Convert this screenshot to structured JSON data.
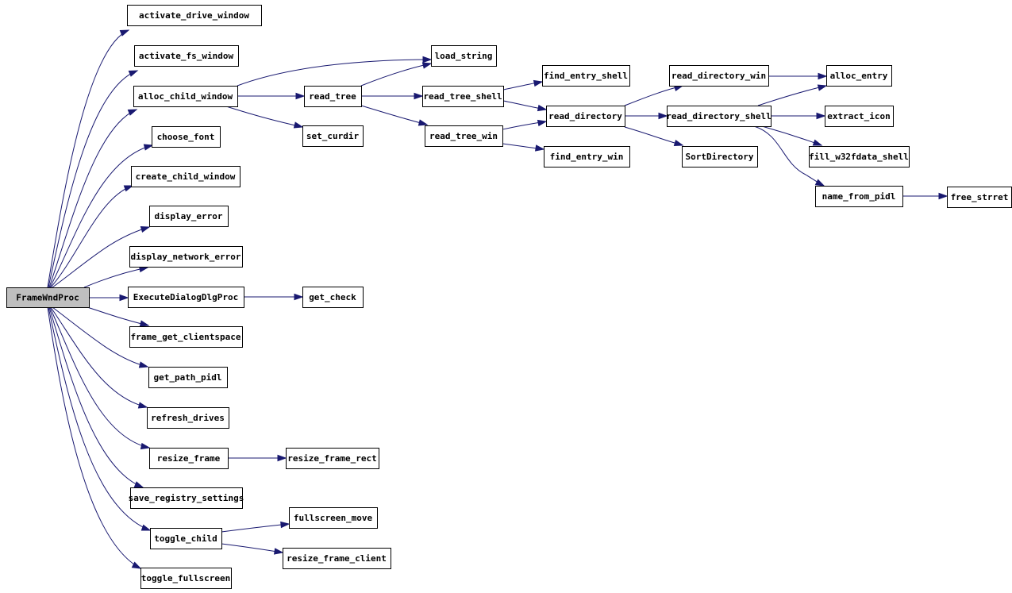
{
  "diagram": {
    "colors": {
      "edge": "#191970",
      "root_fill": "#bfbfbf",
      "node_fill": "#ffffff",
      "node_border": "#000000"
    },
    "nodes": [
      {
        "id": "FrameWndProc",
        "label": "FrameWndProc",
        "root": true
      },
      {
        "id": "activate_drive_window",
        "label": "activate_drive_window"
      },
      {
        "id": "activate_fs_window",
        "label": "activate_fs_window"
      },
      {
        "id": "alloc_child_window",
        "label": "alloc_child_window"
      },
      {
        "id": "choose_font",
        "label": "choose_font"
      },
      {
        "id": "create_child_window",
        "label": "create_child_window"
      },
      {
        "id": "display_error",
        "label": "display_error"
      },
      {
        "id": "display_network_error",
        "label": "display_network_error"
      },
      {
        "id": "ExecuteDialogDlgProc",
        "label": "ExecuteDialogDlgProc"
      },
      {
        "id": "frame_get_clientspace",
        "label": "frame_get_clientspace"
      },
      {
        "id": "get_path_pidl",
        "label": "get_path_pidl"
      },
      {
        "id": "refresh_drives",
        "label": "refresh_drives"
      },
      {
        "id": "resize_frame",
        "label": "resize_frame"
      },
      {
        "id": "save_registry_settings",
        "label": "save_registry_settings"
      },
      {
        "id": "toggle_child",
        "label": "toggle_child"
      },
      {
        "id": "toggle_fullscreen",
        "label": "toggle_fullscreen"
      },
      {
        "id": "load_string",
        "label": "load_string"
      },
      {
        "id": "read_tree",
        "label": "read_tree"
      },
      {
        "id": "set_curdir",
        "label": "set_curdir"
      },
      {
        "id": "get_check",
        "label": "get_check"
      },
      {
        "id": "resize_frame_rect",
        "label": "resize_frame_rect"
      },
      {
        "id": "fullscreen_move",
        "label": "fullscreen_move"
      },
      {
        "id": "resize_frame_client",
        "label": "resize_frame_client"
      },
      {
        "id": "read_tree_shell",
        "label": "read_tree_shell"
      },
      {
        "id": "read_tree_win",
        "label": "read_tree_win"
      },
      {
        "id": "find_entry_shell",
        "label": "find_entry_shell"
      },
      {
        "id": "read_directory",
        "label": "read_directory"
      },
      {
        "id": "find_entry_win",
        "label": "find_entry_win"
      },
      {
        "id": "read_directory_win",
        "label": "read_directory_win"
      },
      {
        "id": "read_directory_shell",
        "label": "read_directory_shell"
      },
      {
        "id": "SortDirectory",
        "label": "SortDirectory"
      },
      {
        "id": "alloc_entry",
        "label": "alloc_entry"
      },
      {
        "id": "extract_icon",
        "label": "extract_icon"
      },
      {
        "id": "fill_w32fdata_shell",
        "label": "fill_w32fdata_shell"
      },
      {
        "id": "name_from_pidl",
        "label": "name_from_pidl"
      },
      {
        "id": "free_strret",
        "label": "free_strret"
      }
    ],
    "edges": [
      {
        "from": "FrameWndProc",
        "to": "activate_drive_window"
      },
      {
        "from": "FrameWndProc",
        "to": "activate_fs_window"
      },
      {
        "from": "FrameWndProc",
        "to": "alloc_child_window"
      },
      {
        "from": "FrameWndProc",
        "to": "choose_font"
      },
      {
        "from": "FrameWndProc",
        "to": "create_child_window"
      },
      {
        "from": "FrameWndProc",
        "to": "display_error"
      },
      {
        "from": "FrameWndProc",
        "to": "display_network_error"
      },
      {
        "from": "FrameWndProc",
        "to": "ExecuteDialogDlgProc"
      },
      {
        "from": "FrameWndProc",
        "to": "frame_get_clientspace"
      },
      {
        "from": "FrameWndProc",
        "to": "get_path_pidl"
      },
      {
        "from": "FrameWndProc",
        "to": "refresh_drives"
      },
      {
        "from": "FrameWndProc",
        "to": "resize_frame"
      },
      {
        "from": "FrameWndProc",
        "to": "save_registry_settings"
      },
      {
        "from": "FrameWndProc",
        "to": "toggle_child"
      },
      {
        "from": "FrameWndProc",
        "to": "toggle_fullscreen"
      },
      {
        "from": "alloc_child_window",
        "to": "load_string"
      },
      {
        "from": "alloc_child_window",
        "to": "read_tree"
      },
      {
        "from": "alloc_child_window",
        "to": "set_curdir"
      },
      {
        "from": "ExecuteDialogDlgProc",
        "to": "get_check"
      },
      {
        "from": "resize_frame",
        "to": "resize_frame_rect"
      },
      {
        "from": "toggle_child",
        "to": "fullscreen_move"
      },
      {
        "from": "toggle_child",
        "to": "resize_frame_client"
      },
      {
        "from": "read_tree",
        "to": "load_string"
      },
      {
        "from": "read_tree",
        "to": "read_tree_shell"
      },
      {
        "from": "read_tree",
        "to": "read_tree_win"
      },
      {
        "from": "read_tree_shell",
        "to": "find_entry_shell"
      },
      {
        "from": "read_tree_shell",
        "to": "read_directory"
      },
      {
        "from": "read_tree_win",
        "to": "read_directory"
      },
      {
        "from": "read_tree_win",
        "to": "find_entry_win"
      },
      {
        "from": "read_directory",
        "to": "read_directory_win"
      },
      {
        "from": "read_directory",
        "to": "read_directory_shell"
      },
      {
        "from": "read_directory",
        "to": "SortDirectory"
      },
      {
        "from": "read_directory_win",
        "to": "alloc_entry"
      },
      {
        "from": "read_directory_shell",
        "to": "alloc_entry"
      },
      {
        "from": "read_directory_shell",
        "to": "extract_icon"
      },
      {
        "from": "read_directory_shell",
        "to": "fill_w32fdata_shell"
      },
      {
        "from": "read_directory_shell",
        "to": "name_from_pidl"
      },
      {
        "from": "name_from_pidl",
        "to": "free_strret"
      }
    ]
  }
}
